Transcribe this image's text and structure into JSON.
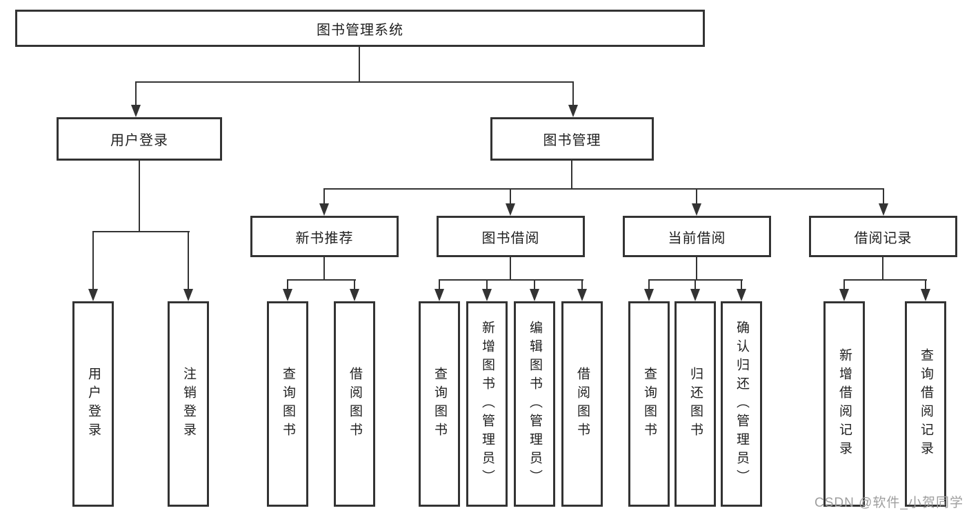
{
  "diagram": {
    "type": "hierarchy-tree",
    "tree": {
      "root": {
        "label": "图书管理系统",
        "children": [
          {
            "label": "用户登录",
            "children": [
              {
                "label": "用户登录"
              },
              {
                "label": "注销登录"
              }
            ]
          },
          {
            "label": "图书管理",
            "children": [
              {
                "label": "新书推荐",
                "children": [
                  {
                    "label": "查询图书"
                  },
                  {
                    "label": "借阅图书"
                  }
                ]
              },
              {
                "label": "图书借阅",
                "children": [
                  {
                    "label": "查询图书"
                  },
                  {
                    "label": "新增图书（管理员）"
                  },
                  {
                    "label": "编辑图书（管理员）"
                  },
                  {
                    "label": "借阅图书"
                  }
                ]
              },
              {
                "label": "当前借阅",
                "children": [
                  {
                    "label": "查询图书"
                  },
                  {
                    "label": "归还图书"
                  },
                  {
                    "label": "确认归还（管理员）"
                  }
                ]
              },
              {
                "label": "借阅记录",
                "children": [
                  {
                    "label": "新增借阅记录"
                  },
                  {
                    "label": "查询借阅记录"
                  }
                ]
              }
            ]
          }
        ]
      }
    },
    "colors": {
      "line": "#333333",
      "box_border": "#333333",
      "box_fill": "#ffffff",
      "text": "#1f1f1f",
      "watermark": "#9e9e9e",
      "background": "#ffffff"
    }
  },
  "watermark": {
    "text": "CSDN @软件_小贺同学"
  }
}
